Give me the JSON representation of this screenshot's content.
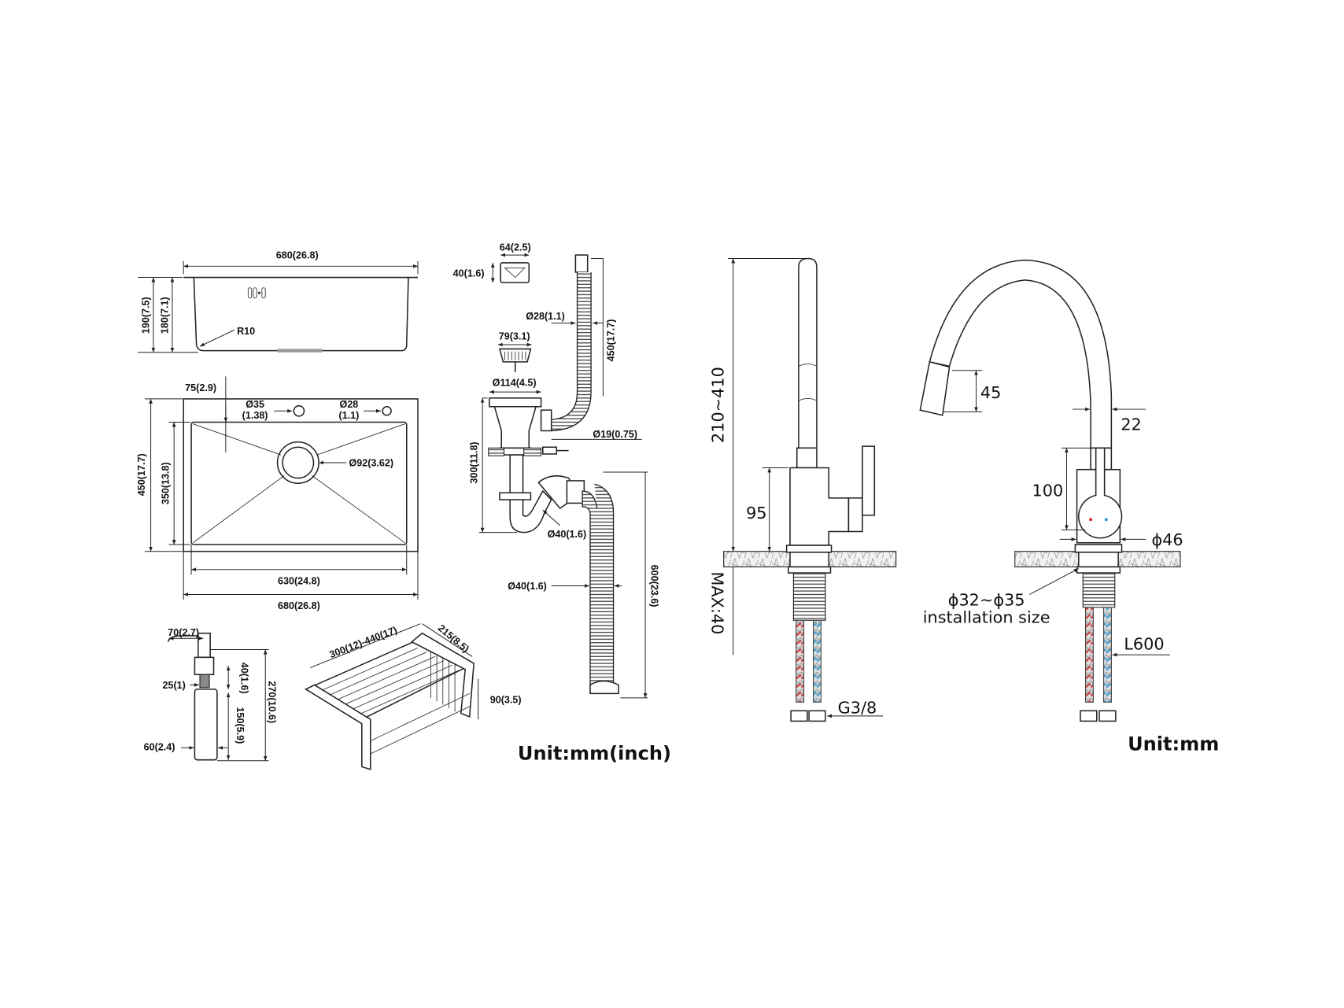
{
  "sink_side": {
    "width": "680(26.8)",
    "height_total": "190(7.5)",
    "height_inner": "180(7.1)",
    "radius": "R10"
  },
  "sink_top": {
    "offset": "75(2.9)",
    "hole1_dia": "Ø35",
    "hole1_inch": "(1.38)",
    "hole2_dia": "Ø28",
    "hole2_inch": "(1.1)",
    "drain_dia": "Ø92(3.62)",
    "depth_outer": "450(17.7)",
    "depth_inner": "350(13.8)",
    "width_inner": "630(24.8)",
    "width_outer": "680(26.8)"
  },
  "drain": {
    "overflow_w": "64(2.5)",
    "overflow_h": "40(1.6)",
    "overflow_hose_dia": "Ø28(1.1)",
    "strainer_dia": "79(3.1)",
    "flange_dia": "Ø114(4.5)",
    "overflow_len": "450(17.7)",
    "pipe_len": "300(11.8)",
    "branch_dia": "Ø19(0.75)",
    "trap_dia": "Ø40(1.6)",
    "hose_dia": "Ø40(1.6)",
    "hose_len": "600(23.6)"
  },
  "soap": {
    "spout": "70(2.7)",
    "neck": "25(1)",
    "collar": "40(1.6)",
    "bottle": "150(5.9)",
    "total": "270(10.6)",
    "dia": "60(2.4)"
  },
  "basket": {
    "length": "300(12)-440(17)",
    "width": "215(8.5)",
    "height": "90(3.5)"
  },
  "unit_left": "Unit:mm(inch)",
  "faucet_side": {
    "height": "210~410",
    "body": "95",
    "max_thickness": "MAX:40",
    "thread": "G3/8"
  },
  "faucet_front": {
    "nozzle": "45",
    "tube": "22",
    "body": "100",
    "base_dia": "ϕ46",
    "install_dia": "ϕ32~ϕ35",
    "install_label": "installation size",
    "hose_len": "L600"
  },
  "unit_right": "Unit:mm",
  "colors": {
    "hot": "#d8262a",
    "cold": "#2a9bd8"
  }
}
